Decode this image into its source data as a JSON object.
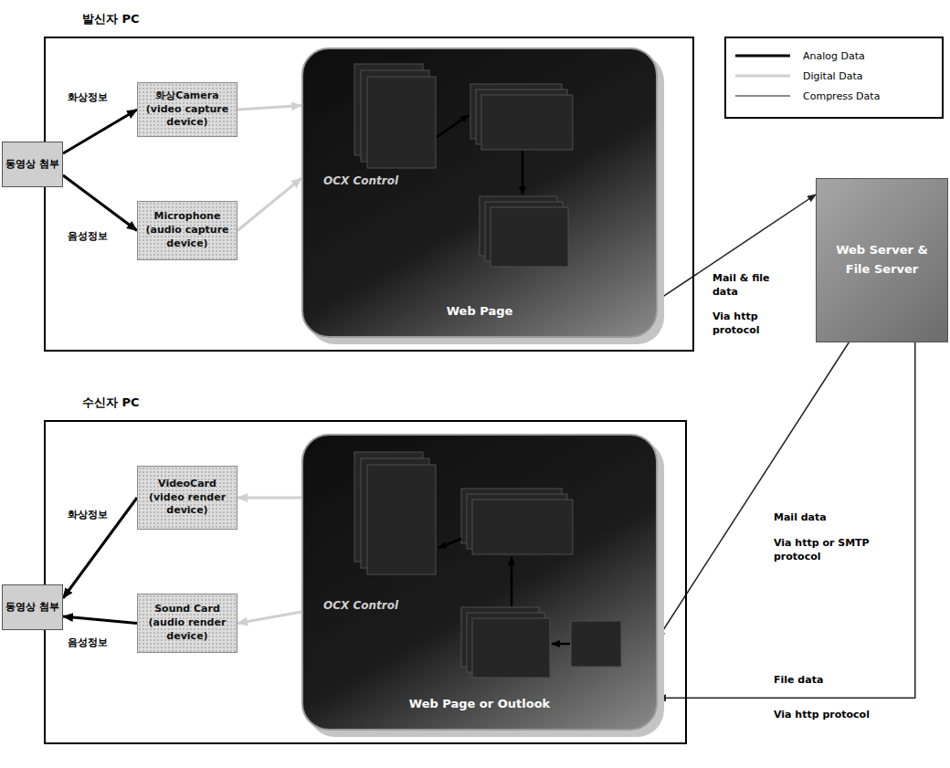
{
  "diagram": {
    "nodes": [
      {
        "text": [
          "발신자 PC"
        ]
      },
      {
        "text": [
          "동영상 첨부"
        ]
      },
      {
        "text": [
          "화상Camera (video capture device)"
        ],
        "in": 0
      },
      {
        "text": [
          "Microphone (audio capture device)"
        ],
        "in": 0
      },
      {
        "text": [
          "Web Page"
        ],
        "in": 0
      },
      {
        "text": [
          "Web Server & File Server"
        ]
      },
      {
        "text": [
          "수신자 PC"
        ]
      },
      {
        "text": [
          "동영상 첨부"
        ]
      },
      {
        "text": [
          "VideoCard (video render device)"
        ],
        "in": 6
      },
      {
        "text": [
          "Sound Card (audio render device)"
        ],
        "in": 6
      },
      {
        "text": [
          "Web Page or Outlook"
        ],
        "in": 6
      }
    ],
    "edges": [
      {
        "from": 1,
        "to": 2,
        "arrow": "to",
        "label": "화상정보"
      },
      {
        "from": 1,
        "to": 3,
        "arrow": "to",
        "label": "음성정보"
      },
      {
        "from": 2,
        "to": 4,
        "arrow": "to"
      },
      {
        "from": 3,
        "to": 4,
        "arrow": "to"
      },
      {
        "from": 4,
        "to": 5,
        "arrow": "to",
        "label": "Mail & file data"
      },
      {
        "from": 5,
        "to": 10,
        "arrow": "to",
        "label": "Mail data"
      },
      {
        "from": 5,
        "to": 10,
        "arrow": "to",
        "label": "File data"
      },
      {
        "from": 8,
        "to": 7,
        "arrow": "to",
        "label": "화상정보"
      },
      {
        "from": 9,
        "to": 7,
        "arrow": "to",
        "label": "음성정보"
      },
      {
        "from": 10,
        "to": 8,
        "arrow": "to"
      },
      {
        "from": 10,
        "to": 9,
        "arrow": "to"
      }
    ],
    "labels": [
      "OCX Control",
      "Via http protocol",
      "OCX Control",
      "Via http or SMTP protocol",
      "Via http protocol"
    ],
    "legend": [
      {
        "text": "Analog Data"
      },
      {
        "text": "Digital Data"
      },
      {
        "text": "Compress Data"
      }
    ]
  }
}
